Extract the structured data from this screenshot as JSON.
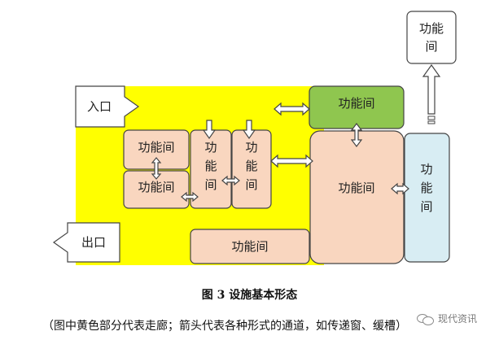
{
  "diagram": {
    "room_label": "功能间",
    "entrance_label": "入口",
    "exit_label": "出口",
    "colors": {
      "corridor": "#ffff00",
      "room_peach": "#f9d6bf",
      "room_green": "#8fc64f",
      "room_blue": "#d8edf3",
      "room_white": "#ffffff",
      "border": "#444444"
    }
  },
  "caption": {
    "title": "图 3  设施基本形态",
    "note": "（图中黄色部分代表走廊；箭头代表各种形式的通道，如传递窗、缓槽）"
  },
  "watermark": {
    "text": "现代资讯",
    "icon": "wechat-icon"
  }
}
